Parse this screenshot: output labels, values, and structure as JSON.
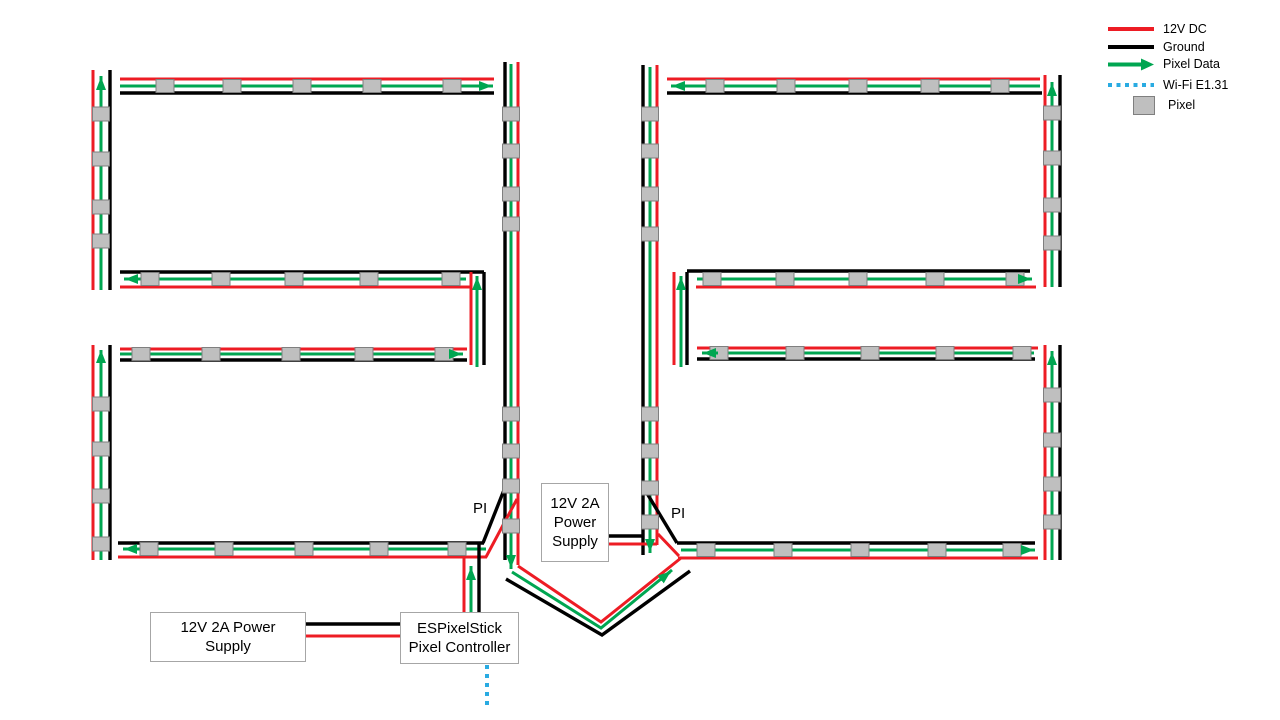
{
  "legend": {
    "items": [
      {
        "id": "12v-dc",
        "label": "12V DC",
        "type": "line"
      },
      {
        "id": "ground",
        "label": "Ground",
        "type": "line"
      },
      {
        "id": "pixel-data",
        "label": "Pixel Data",
        "type": "arrow"
      },
      {
        "id": "wifi-e131",
        "label": "Wi-Fi E1.31",
        "type": "dotted"
      },
      {
        "id": "pixel",
        "label": "Pixel",
        "type": "square"
      }
    ]
  },
  "boxes": {
    "center_power_supply": {
      "lines": [
        "12V 2A",
        "Power",
        "Supply"
      ]
    },
    "left_power_supply": {
      "lines": [
        "12V 2A Power",
        "Supply"
      ]
    },
    "pixel_controller": {
      "lines": [
        "ESPixelStick",
        "Pixel Controller"
      ]
    }
  },
  "labels": {
    "left_pi": "PI",
    "right_pi": "PI"
  },
  "colors": {
    "power_12v": "#ED1C24",
    "ground": "#000000",
    "pixel_data": "#00A651",
    "wifi": "#29ABE2",
    "pixel_fill": "#BFBFBF",
    "pixel_border": "#7F7F7F"
  }
}
